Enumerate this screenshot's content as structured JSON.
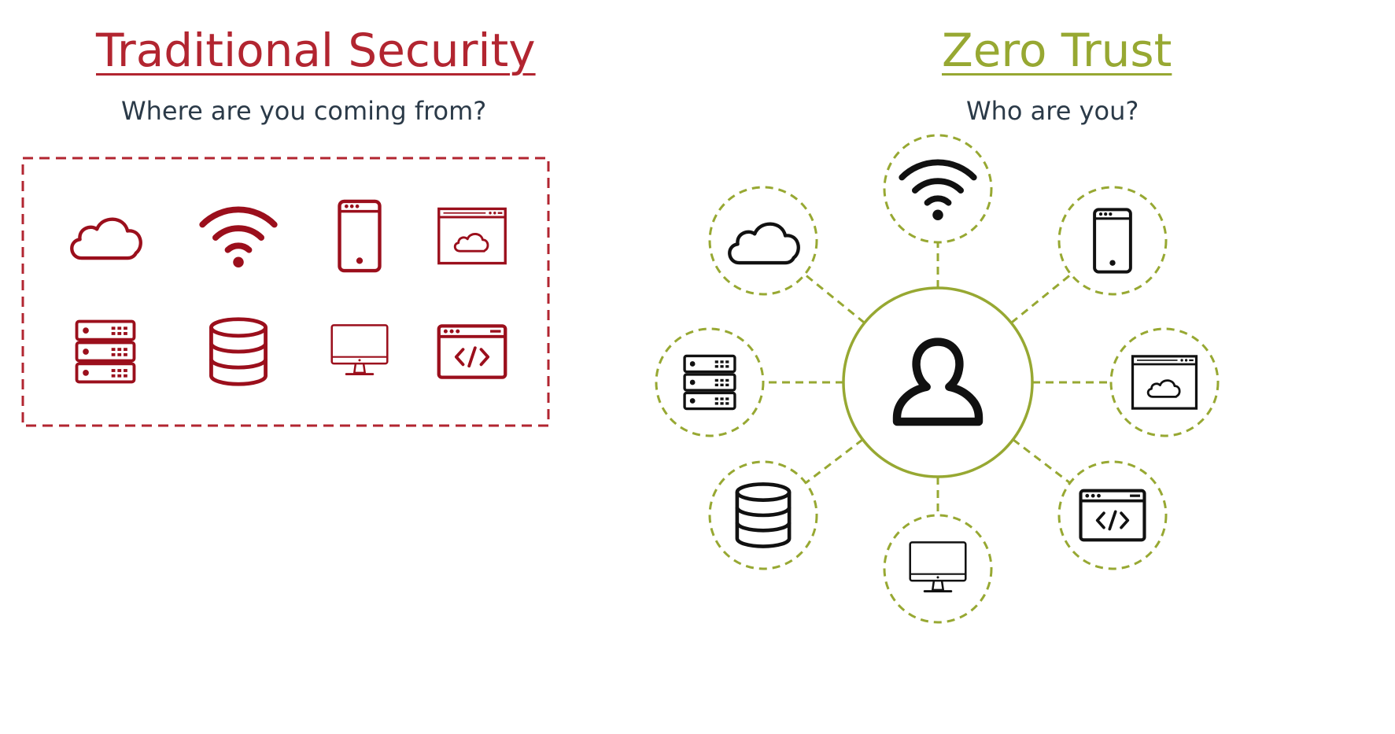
{
  "traditional": {
    "title": "Traditional Security",
    "subtitle": "Where are you coming from?",
    "color": "#b22530",
    "icon_color": "#9b0f1c",
    "icons": [
      "cloud-icon",
      "wifi-icon",
      "mobile-phone-icon",
      "web-cloud-app-icon",
      "server-rack-icon",
      "database-icon",
      "desktop-monitor-icon",
      "web-code-app-icon"
    ]
  },
  "zero_trust": {
    "title": "Zero Trust",
    "subtitle": "Who are you?",
    "color": "#97a832",
    "icon_color": "#111111",
    "center_icon": "user-icon",
    "icons": [
      "wifi-icon",
      "mobile-phone-icon",
      "web-cloud-app-icon",
      "web-code-app-icon",
      "desktop-monitor-icon",
      "database-icon",
      "server-rack-icon",
      "cloud-icon"
    ]
  }
}
